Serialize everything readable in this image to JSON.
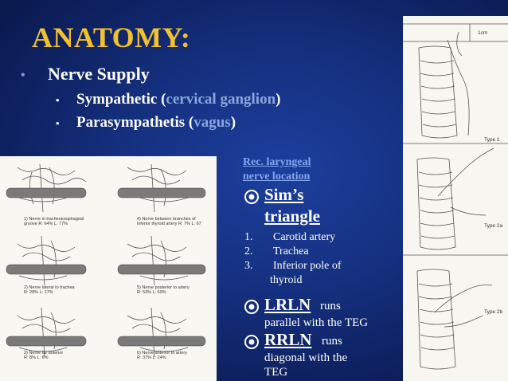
{
  "title": "ANATOMY:",
  "bullet1": "Nerve Supply",
  "sympathetic": {
    "prefix": "Sympathetic (",
    "highlight": "cervical ganglion",
    "suffix": ")"
  },
  "parasympathetic": {
    "prefix": "Parasympathetis (",
    "highlight": "vagus",
    "suffix": ")"
  },
  "caption": {
    "line1": "Rec. laryngeal",
    "line2": "nerve location"
  },
  "sims": {
    "line1": "Sim’s",
    "line2": "triangle"
  },
  "sims_list": [
    {
      "num": "1.",
      "text": "Carotid artery"
    },
    {
      "num": "2.",
      "text": "Trachea"
    },
    {
      "num": "3.",
      "text": "Inferior pole of"
    }
  ],
  "sims_list_cont": "thyroid",
  "lrln": {
    "label": "LRLN",
    "runs": "runs",
    "desc": "parallel with the TEG"
  },
  "rrln": {
    "label": "RRLN",
    "runs": "runs",
    "desc1": "diagonal with the",
    "desc2": "TEG"
  },
  "left_figure_labels": [
    {
      "l1": "1) Nerve in tracheoesophageal",
      "l2": "groove  R: 64%  L: 77%"
    },
    {
      "l1": "4) Nerve between branches of",
      "l2": "inferior thyroid artery  R: 7%  L: 67"
    },
    {
      "l1": "2) Nerve lateral to trachea",
      "l2": "R: 28%  L: 17%"
    },
    {
      "l1": "5) Nerve posterior to artery",
      "l2": "R: 53%  L: 69%"
    },
    {
      "l1": "3) Nerve far anterior",
      "l2": "R: 8%  L: 6%"
    },
    {
      "l1": "6) Nerve anterior to artery",
      "l2": "R: 37%  L: 24%"
    }
  ],
  "right_figure_labels": {
    "scale": "1cm",
    "type1": "Type 1",
    "type2a": "Type 2a",
    "type2b": "Type 2b"
  },
  "colors": {
    "title": "#f3c02e",
    "highlight": "#8aa7dd",
    "caption": "#86a6f0",
    "background": "#15307f"
  }
}
